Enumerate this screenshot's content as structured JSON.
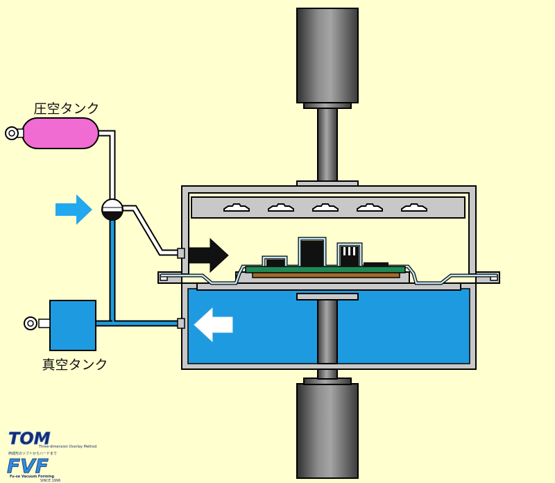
{
  "labels": {
    "pressure_tank": "圧空タンク",
    "vacuum_tank": "真空タンク"
  },
  "logo": {
    "top": "TOM",
    "top_sub": "Three-dimension Overlay Method",
    "jp_line": "熱成形のソフトからハードまで",
    "bottom": "FVF",
    "bottom_sub": "Fu-se Vacuum Forming",
    "since": "SINCE 1996"
  },
  "colors": {
    "background": "#ffffd0",
    "vacuum_blue": "#1e9be0",
    "arrow_cyan": "#22a8ee",
    "pressure_tank_pink": "#f06bd2",
    "chamber_grey": "#c8c8c8",
    "cylinder_grey": "#6a6a6a",
    "board_green": "#1f8a57",
    "base_brown": "#a46a2a"
  }
}
